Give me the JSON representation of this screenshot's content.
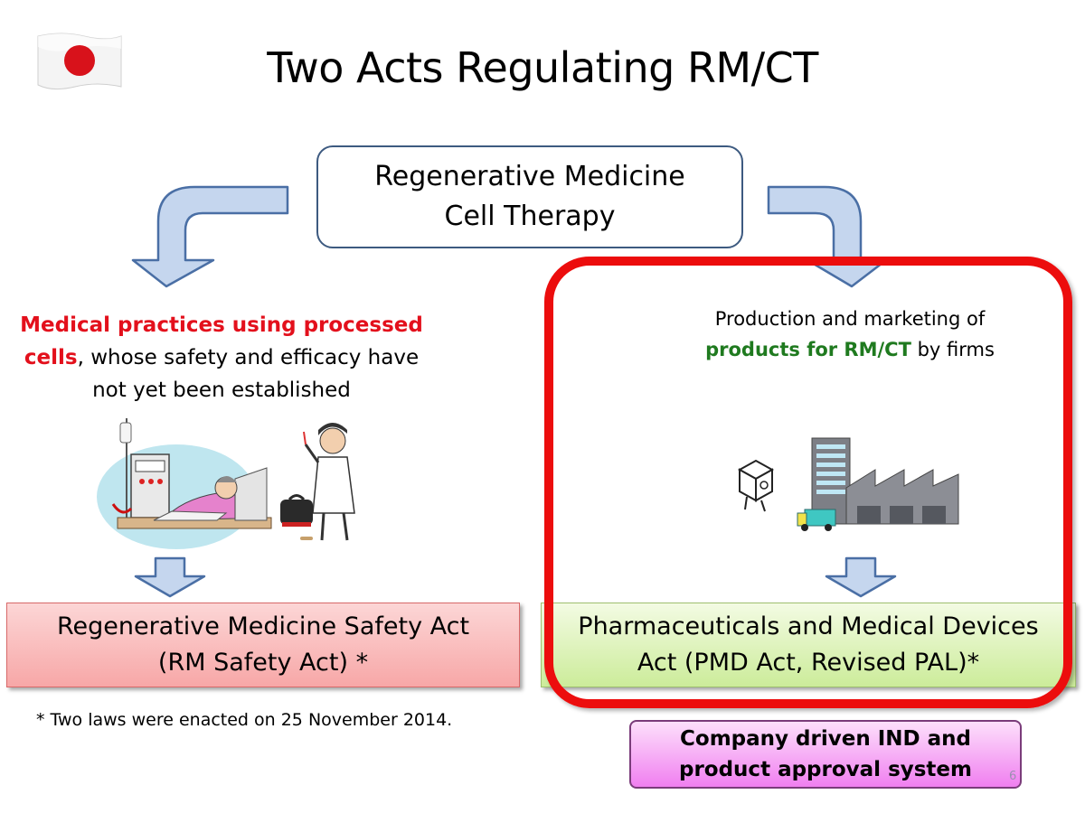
{
  "slide": {
    "title": "Two Acts Regulating RM/CT",
    "page_number": "6"
  },
  "top_box": {
    "line1": "Regenerative Medicine",
    "line2": "Cell Therapy"
  },
  "left_branch": {
    "highlight": "Medical practices using processed cells",
    "rest_line1": ", whose safety and efficacy have",
    "rest_line2": "not yet been established",
    "act_line1": "Regenerative Medicine Safety Act",
    "act_line2": "(RM Safety Act) *"
  },
  "right_branch": {
    "intro": "Production and marketing of",
    "highlight": "products for RM/CT",
    "tail": " by firms",
    "act_line1": "Pharmaceuticals and Medical Devices",
    "act_line2": "Act (PMD Act, Revised PAL)*"
  },
  "footnote": "* Two laws  were enacted on 25 November 2014.",
  "ind_box": {
    "line1": "Company driven IND and",
    "line2": "product approval system"
  },
  "icons": [
    "japan-flag-icon",
    "hospital-patient-icon",
    "doctor-icon",
    "medical-bag-icon",
    "product-box-icon",
    "factory-icon",
    "truck-icon"
  ],
  "colors": {
    "highlight_red": "#e3101c",
    "highlight_green": "#1f7a1f",
    "frame_red": "#ec0d0d",
    "arrow_fill": "#c5d6ee",
    "arrow_stroke": "#4a6fa5"
  }
}
